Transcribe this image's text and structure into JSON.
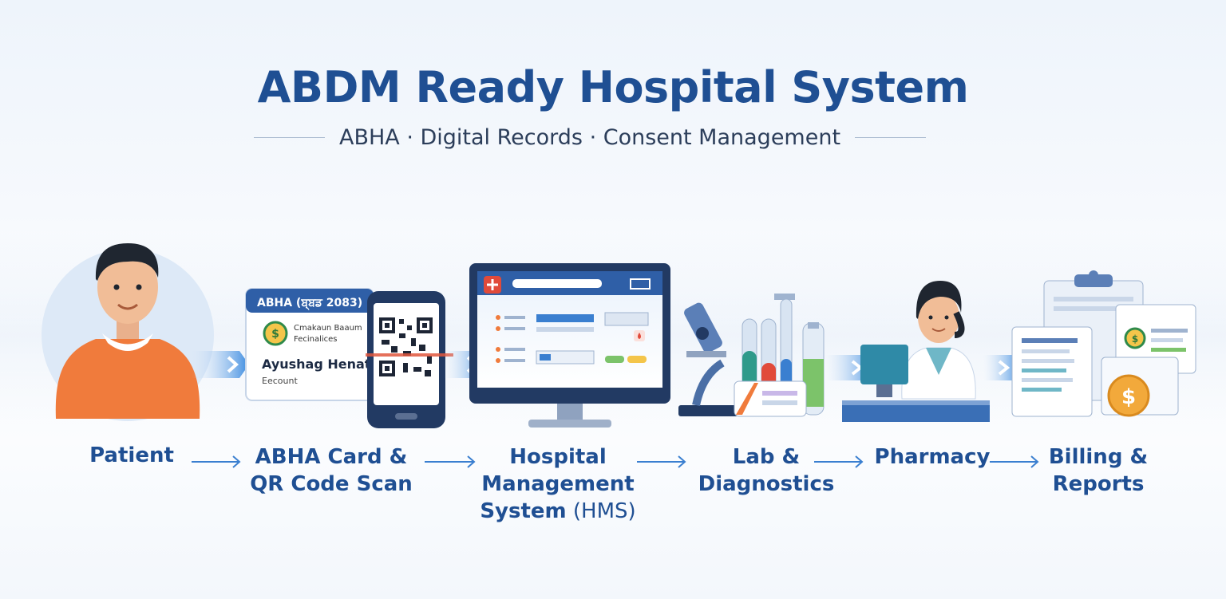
{
  "header": {
    "title": "ABDM Ready Hospital System",
    "subtitle": "ABHA · Digital Records · Consent Management"
  },
  "card": {
    "heading": "ABHA (ਬ੍ਬਡ 2083)",
    "line1": "Cmakaun Baaum",
    "line2": "Fecinalices",
    "name": "Ayushag Henatl",
    "sub": "Eecount"
  },
  "steps": [
    {
      "lines": [
        "Patient"
      ]
    },
    {
      "lines": [
        "ABHA Card &",
        "QR Code Scan"
      ]
    },
    {
      "lines": [
        "Hospital",
        "Management"
      ],
      "last_bold": "System",
      "last_regular": " (HMS)"
    },
    {
      "lines": [
        "Lab &",
        "Diagnostics"
      ]
    },
    {
      "lines": [
        "Pharmacy"
      ]
    },
    {
      "lines": [
        "Billing &",
        "Reports"
      ]
    }
  ],
  "icons": [
    "person-icon",
    "abha-card-icon",
    "qr-code-icon",
    "monitor-icon",
    "microscope-icon",
    "test-tube-icon",
    "pharmacist-icon",
    "clipboard-icon",
    "dollar-coin-icon",
    "arrow-right-icon",
    "chevron-right-icon"
  ],
  "colors": {
    "title": "#1f4f93",
    "accent_orange": "#f07b3c",
    "accent_blue": "#3a7fd0",
    "card_header": "#2f5fa7",
    "coin": "#f2a93b"
  }
}
